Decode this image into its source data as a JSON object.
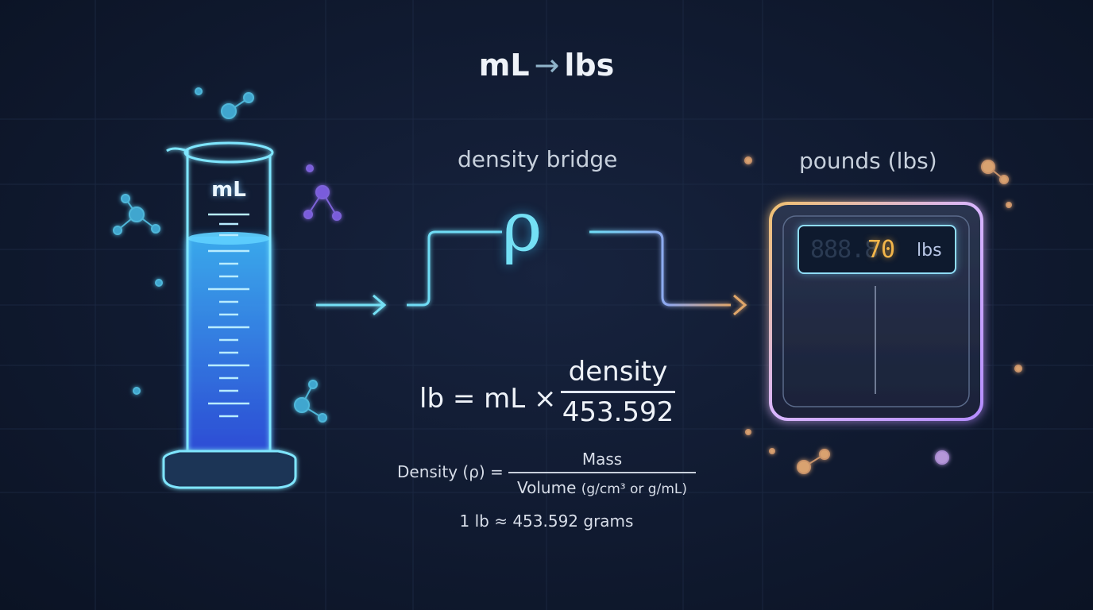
{
  "title": {
    "from": "mL",
    "arrow": "→",
    "to": "lbs"
  },
  "cylinder": {
    "label": "mL"
  },
  "bridge": {
    "label": "density bridge",
    "symbol": "ρ"
  },
  "scale": {
    "label": "pounds (lbs)",
    "display_ghost": "888.8",
    "display_value": "70",
    "display_unit": "lbs"
  },
  "formula": {
    "lhs": "lb = mL ×",
    "numerator": "density",
    "denominator": "453.592"
  },
  "density_formula": {
    "lhs": "Density (ρ) =",
    "numerator": "Mass",
    "denominator_main": "Volume",
    "denominator_units": "(g/cm³ or g/mL)"
  },
  "conversion": "1 lb ≈ 453.592 grams",
  "colors": {
    "background": "#101a30",
    "cyan": "#74e0f5",
    "blue_liquid": "#2f6cf0",
    "amber": "#f2b54a",
    "violet": "#9a7ee0"
  }
}
